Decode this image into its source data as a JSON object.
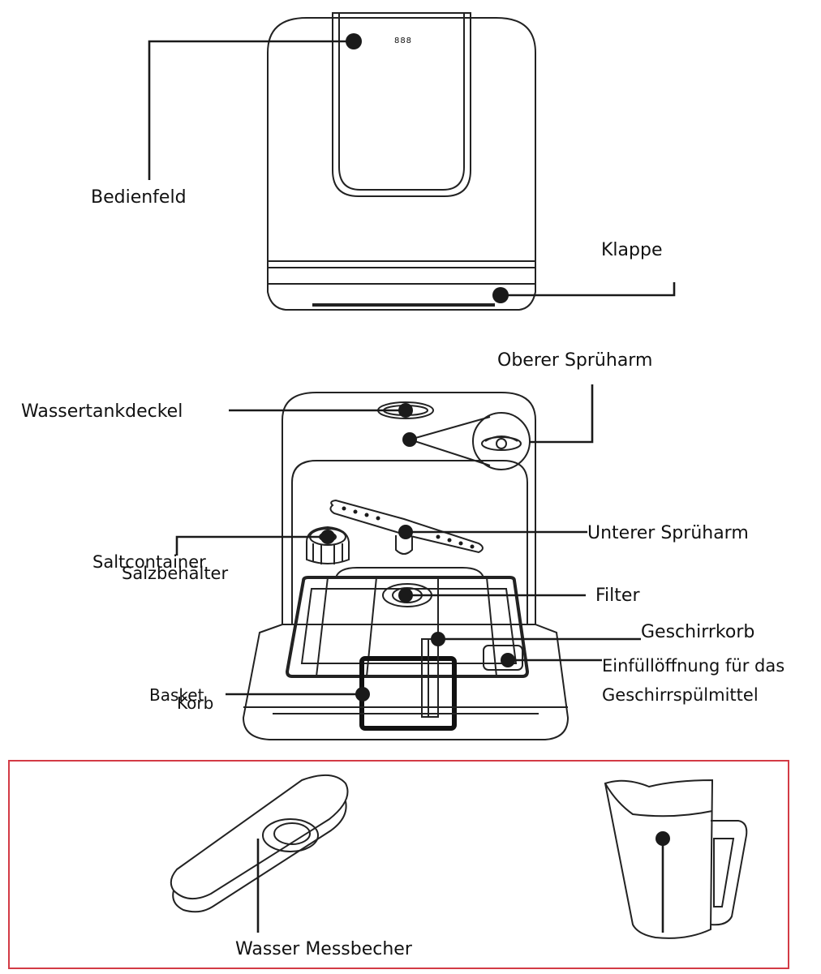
{
  "labels": {
    "control_panel": "Bedienfeld",
    "door": "Klappe",
    "upper_spray_arm": "Oberer Sprüharm",
    "water_tank_lid": "Wassertankdeckel",
    "lower_spray_arm": "Unterer Sprüharm",
    "salt_container_en": "Saltcontainer",
    "salt_container_de": "Salzbehälter",
    "filter": "Filter",
    "dish_basket": "Geschirrkorb",
    "detergent_line1": "Einfüllöffnung für das",
    "detergent_line2": "Geschirrspülmittel",
    "basket_en": "Basket",
    "basket_de": "Korb",
    "measuring_cup": "Wasser Messbecher"
  },
  "display_text": "888",
  "colors": {
    "line": "#1a1a1a",
    "accessory_frame": "#d33b45"
  }
}
